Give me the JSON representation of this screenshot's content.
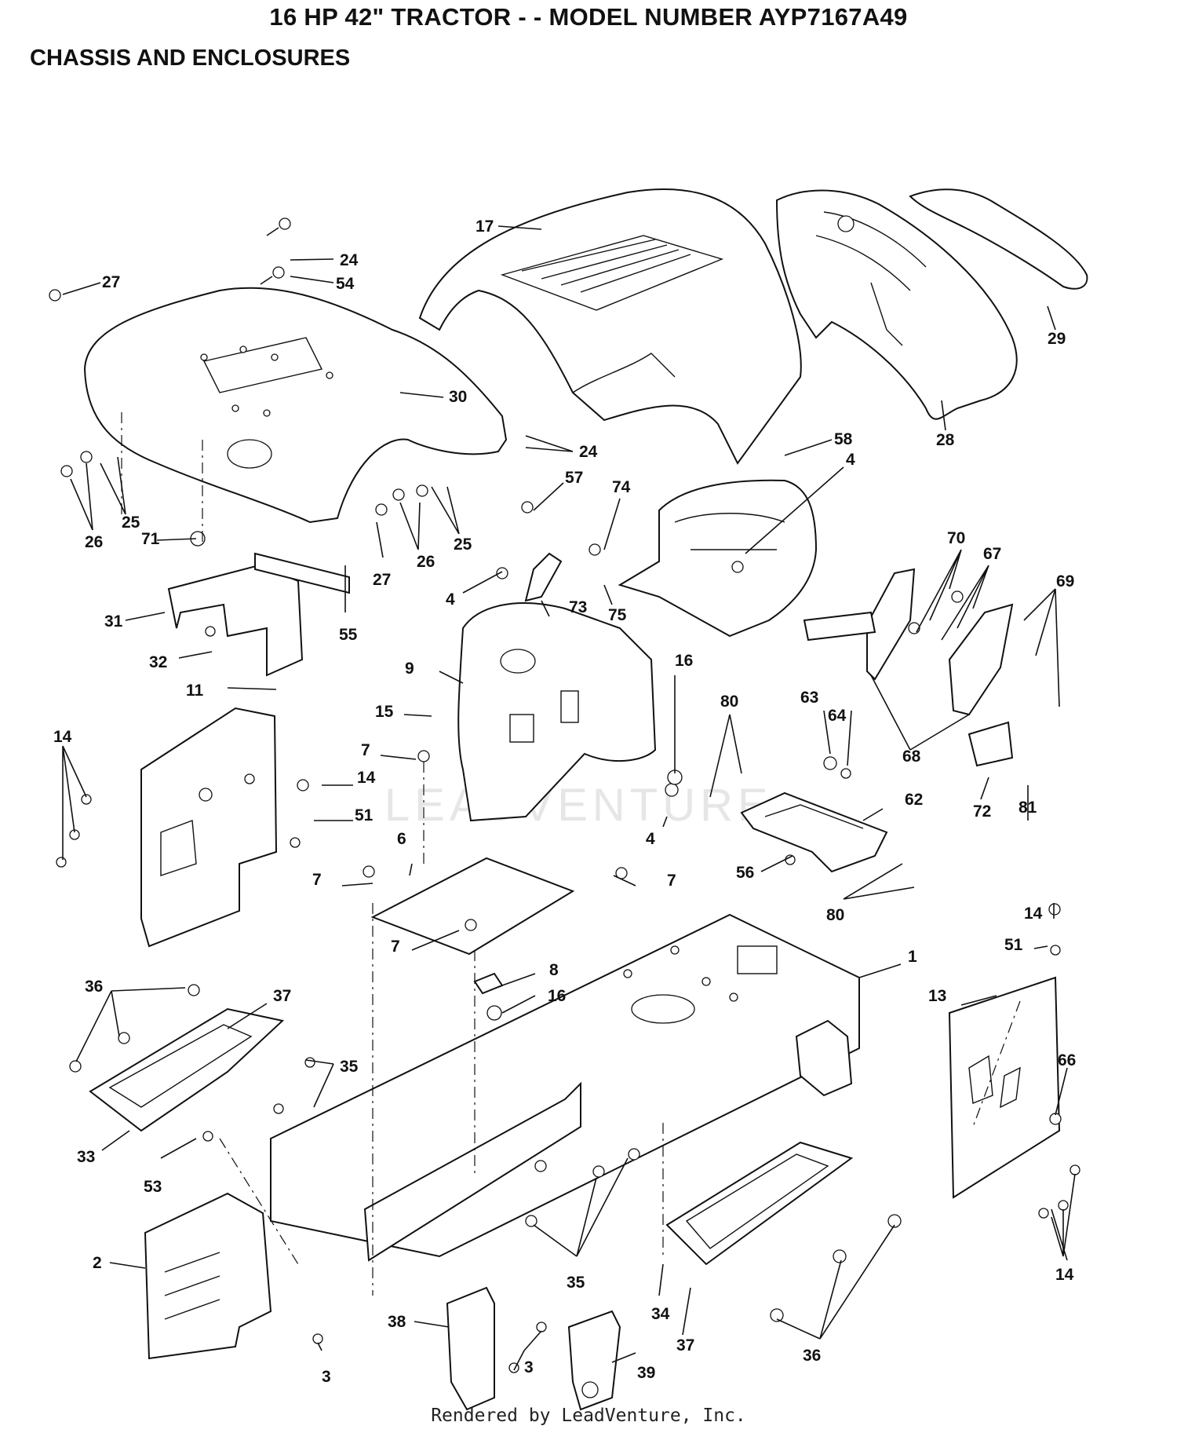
{
  "header": {
    "title": "16 HP 42\" TRACTOR - - MODEL NUMBER AYP7167A49",
    "subtitle": "CHASSIS AND ENCLOSURES"
  },
  "watermark": "LEADVENTURE",
  "footer": "Rendered by LeadVenture, Inc.",
  "callouts": [
    "17",
    "24",
    "54",
    "27",
    "29",
    "30",
    "24",
    "28",
    "58",
    "4",
    "26",
    "25",
    "26",
    "25",
    "57",
    "74",
    "71",
    "27",
    "70",
    "67",
    "69",
    "31",
    "55",
    "4",
    "73",
    "75",
    "16",
    "32",
    "9",
    "80",
    "63",
    "64",
    "68",
    "11",
    "15",
    "14",
    "7",
    "14",
    "51",
    "72",
    "81",
    "62",
    "4",
    "56",
    "6",
    "7",
    "7",
    "80",
    "7",
    "1",
    "8",
    "16",
    "36",
    "37",
    "14",
    "51",
    "35",
    "13",
    "66",
    "33",
    "53",
    "35",
    "2",
    "38",
    "3",
    "39",
    "34",
    "37",
    "36",
    "3",
    "14"
  ]
}
